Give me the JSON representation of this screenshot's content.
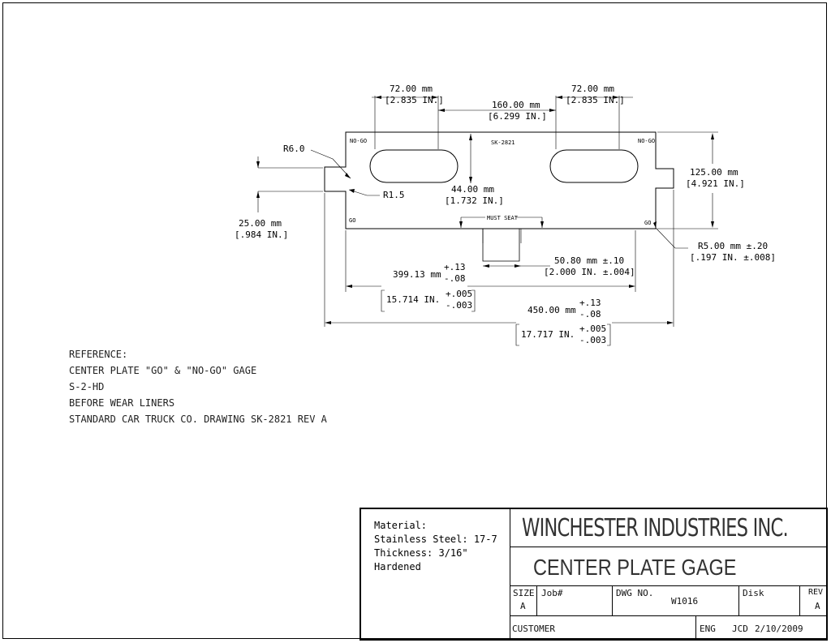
{
  "drawing": {
    "part_label": "SK-2821",
    "go_label": "GO",
    "nogo_label": "NO-GO",
    "must_seat": "MUST SEAT",
    "dims": {
      "slot_left_mm": "72.00 mm",
      "slot_left_in": "[2.835 IN.]",
      "slot_right_mm": "72.00 mm",
      "slot_right_in": "[2.835 IN.]",
      "slot_spacing_mm": "160.00 mm",
      "slot_spacing_in": "[6.299 IN.]",
      "slot_width_mm": "44.00 mm",
      "slot_width_in": "[1.732 IN.]",
      "height_mm": "125.00 mm",
      "height_in": "[4.921 IN.]",
      "r6": "R6.0",
      "r15": "R1.5",
      "step_mm": "25.00 mm",
      "step_in": "[.984 IN.]",
      "r5_mm": "R5.00 mm ±.20",
      "r5_in": "[.197  IN. ±.008]",
      "seat_mm": "50.80 mm ±.10",
      "seat_in": "[2.000  IN. ±.004]",
      "inner_mm": "399.13 mm",
      "inner_tol_plus": "+.13",
      "inner_tol_minus": "-.08",
      "inner_in": "15.714  IN.",
      "inner_in_plus": "+.005",
      "inner_in_minus": "-.003",
      "overall_mm": "450.00 mm",
      "overall_tol_plus": "+.13",
      "overall_tol_minus": "-.08",
      "overall_in": "17.717  IN.",
      "overall_in_plus": "+.005",
      "overall_in_minus": "-.003"
    }
  },
  "reference": {
    "lines": [
      "REFERENCE:",
      "CENTER PLATE \"GO\" & \"NO-GO\" GAGE",
      "S-2-HD",
      "BEFORE WEAR LINERS",
      "STANDARD CAR TRUCK CO. DRAWING SK-2821 REV A"
    ]
  },
  "title_block": {
    "material_lines": [
      "Material:",
      "Stainless Steel:  17-7",
      "Thickness: 3/16\"",
      "Hardened"
    ],
    "company": "WINCHESTER INDUSTRIES INC.",
    "title": "CENTER PLATE GAGE",
    "size_label": "SIZE",
    "size_value": "A",
    "job_label": "Job#",
    "dwg_label": "DWG NO.",
    "dwg_value": "W1016",
    "disk_label": "Disk",
    "rev_label": "REV",
    "rev_value": "A",
    "customer_label": "CUSTOMER",
    "eng_label": "ENG",
    "eng_value": "JCD",
    "date": "2/10/2009"
  }
}
